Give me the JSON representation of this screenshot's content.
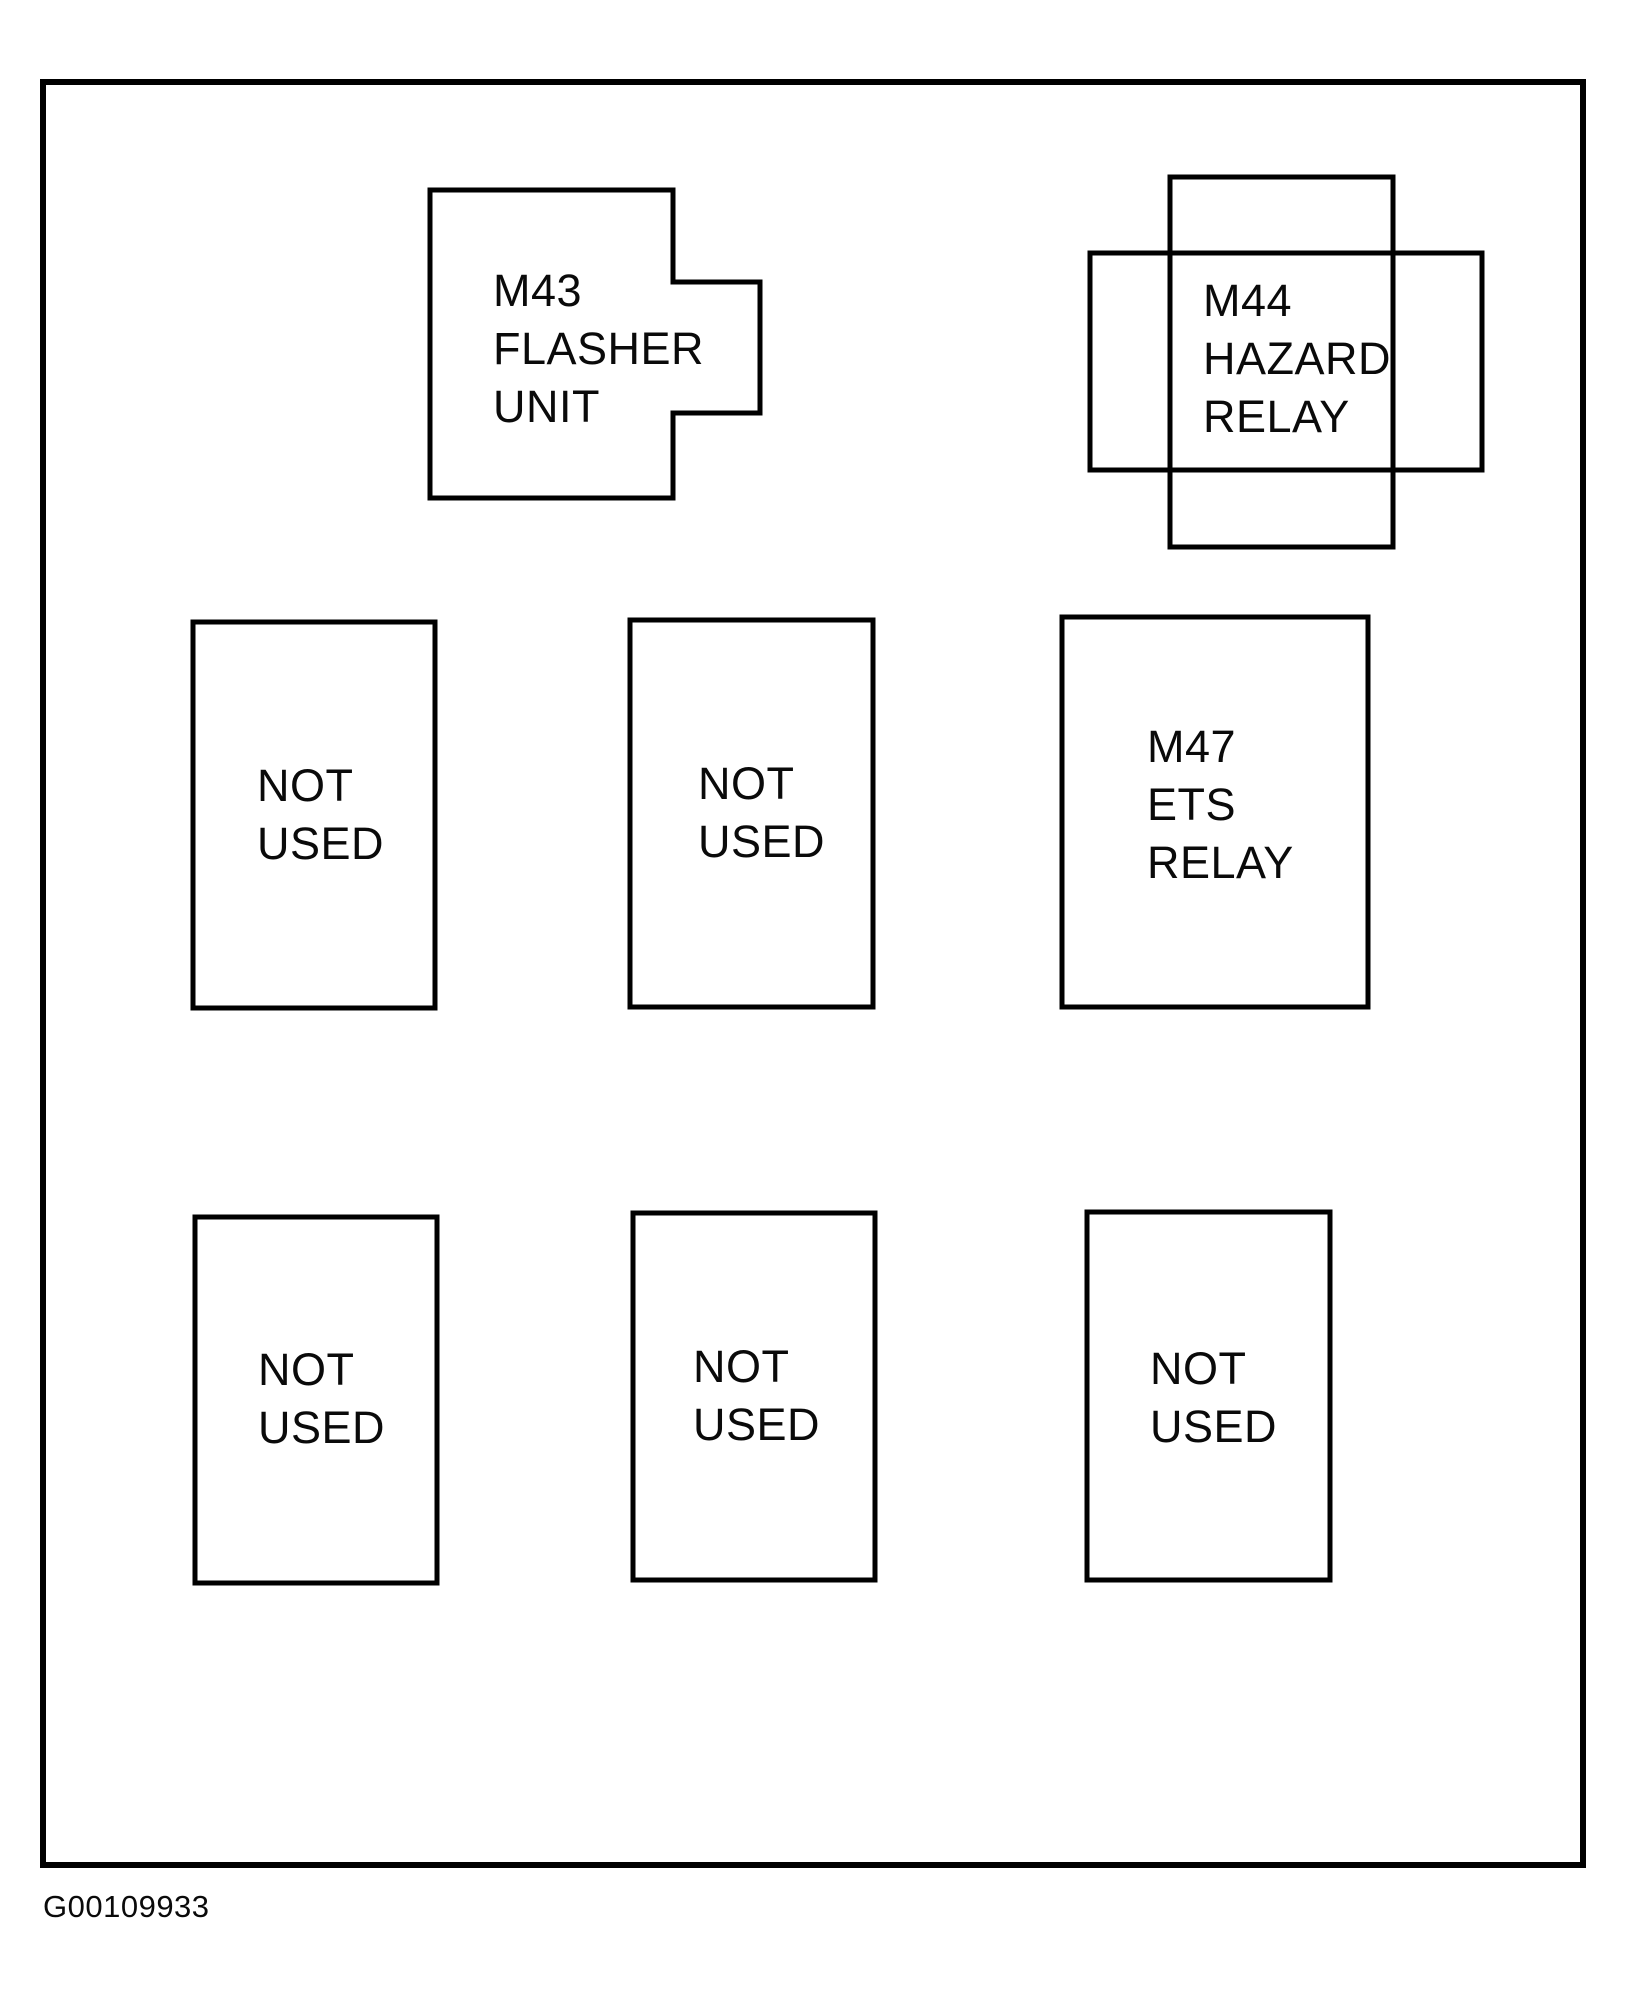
{
  "figure_code": "G00109933",
  "colors": {
    "line": "#000000",
    "background": "#ffffff"
  },
  "components": {
    "m43_flasher_unit": {
      "lines": [
        "M43",
        "FLASHER",
        "UNIT"
      ]
    },
    "m44_hazard_relay": {
      "lines": [
        "M44",
        "HAZARD",
        "RELAY"
      ]
    },
    "m47_ets_relay": {
      "lines": [
        "M47",
        "ETS",
        "RELAY"
      ]
    },
    "not_used_middle_left": {
      "lines": [
        "NOT",
        "USED"
      ]
    },
    "not_used_middle_center": {
      "lines": [
        "NOT",
        "USED"
      ]
    },
    "not_used_bottom_left": {
      "lines": [
        "NOT",
        "USED"
      ]
    },
    "not_used_bottom_center": {
      "lines": [
        "NOT",
        "USED"
      ]
    },
    "not_used_bottom_right": {
      "lines": [
        "NOT",
        "USED"
      ]
    }
  }
}
